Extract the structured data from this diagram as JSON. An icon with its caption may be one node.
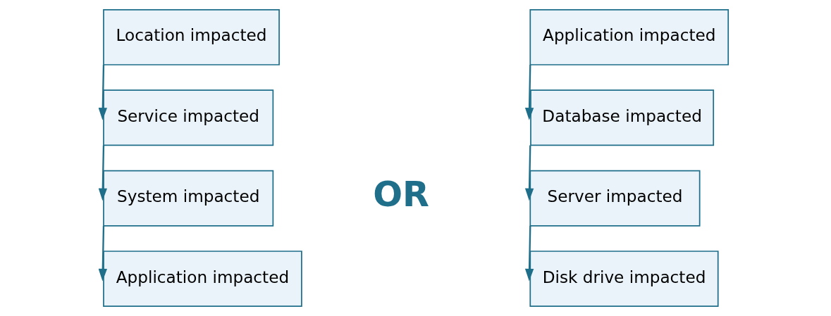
{
  "diagram": {
    "nodes": [
      {
        "text": [
          "Location impacted"
        ]
      },
      {
        "text": [
          "Service impacted"
        ]
      },
      {
        "text": [
          "System impacted"
        ]
      },
      {
        "text": [
          "Application impacted"
        ]
      },
      {
        "text": [
          "Application impacted"
        ]
      },
      {
        "text": [
          "Database impacted"
        ]
      },
      {
        "text": [
          "Server impacted"
        ]
      },
      {
        "text": [
          "Disk drive impacted"
        ]
      }
    ],
    "edges": [
      {
        "from": 0,
        "to": 1,
        "arrow": "to"
      },
      {
        "from": 1,
        "to": 2,
        "arrow": "to"
      },
      {
        "from": 2,
        "to": 3,
        "arrow": "to"
      },
      {
        "from": 4,
        "to": 5,
        "arrow": "to"
      },
      {
        "from": 5,
        "to": 6,
        "arrow": "to"
      },
      {
        "from": 6,
        "to": 7,
        "arrow": "to"
      }
    ],
    "labels": [
      "OR"
    ]
  }
}
